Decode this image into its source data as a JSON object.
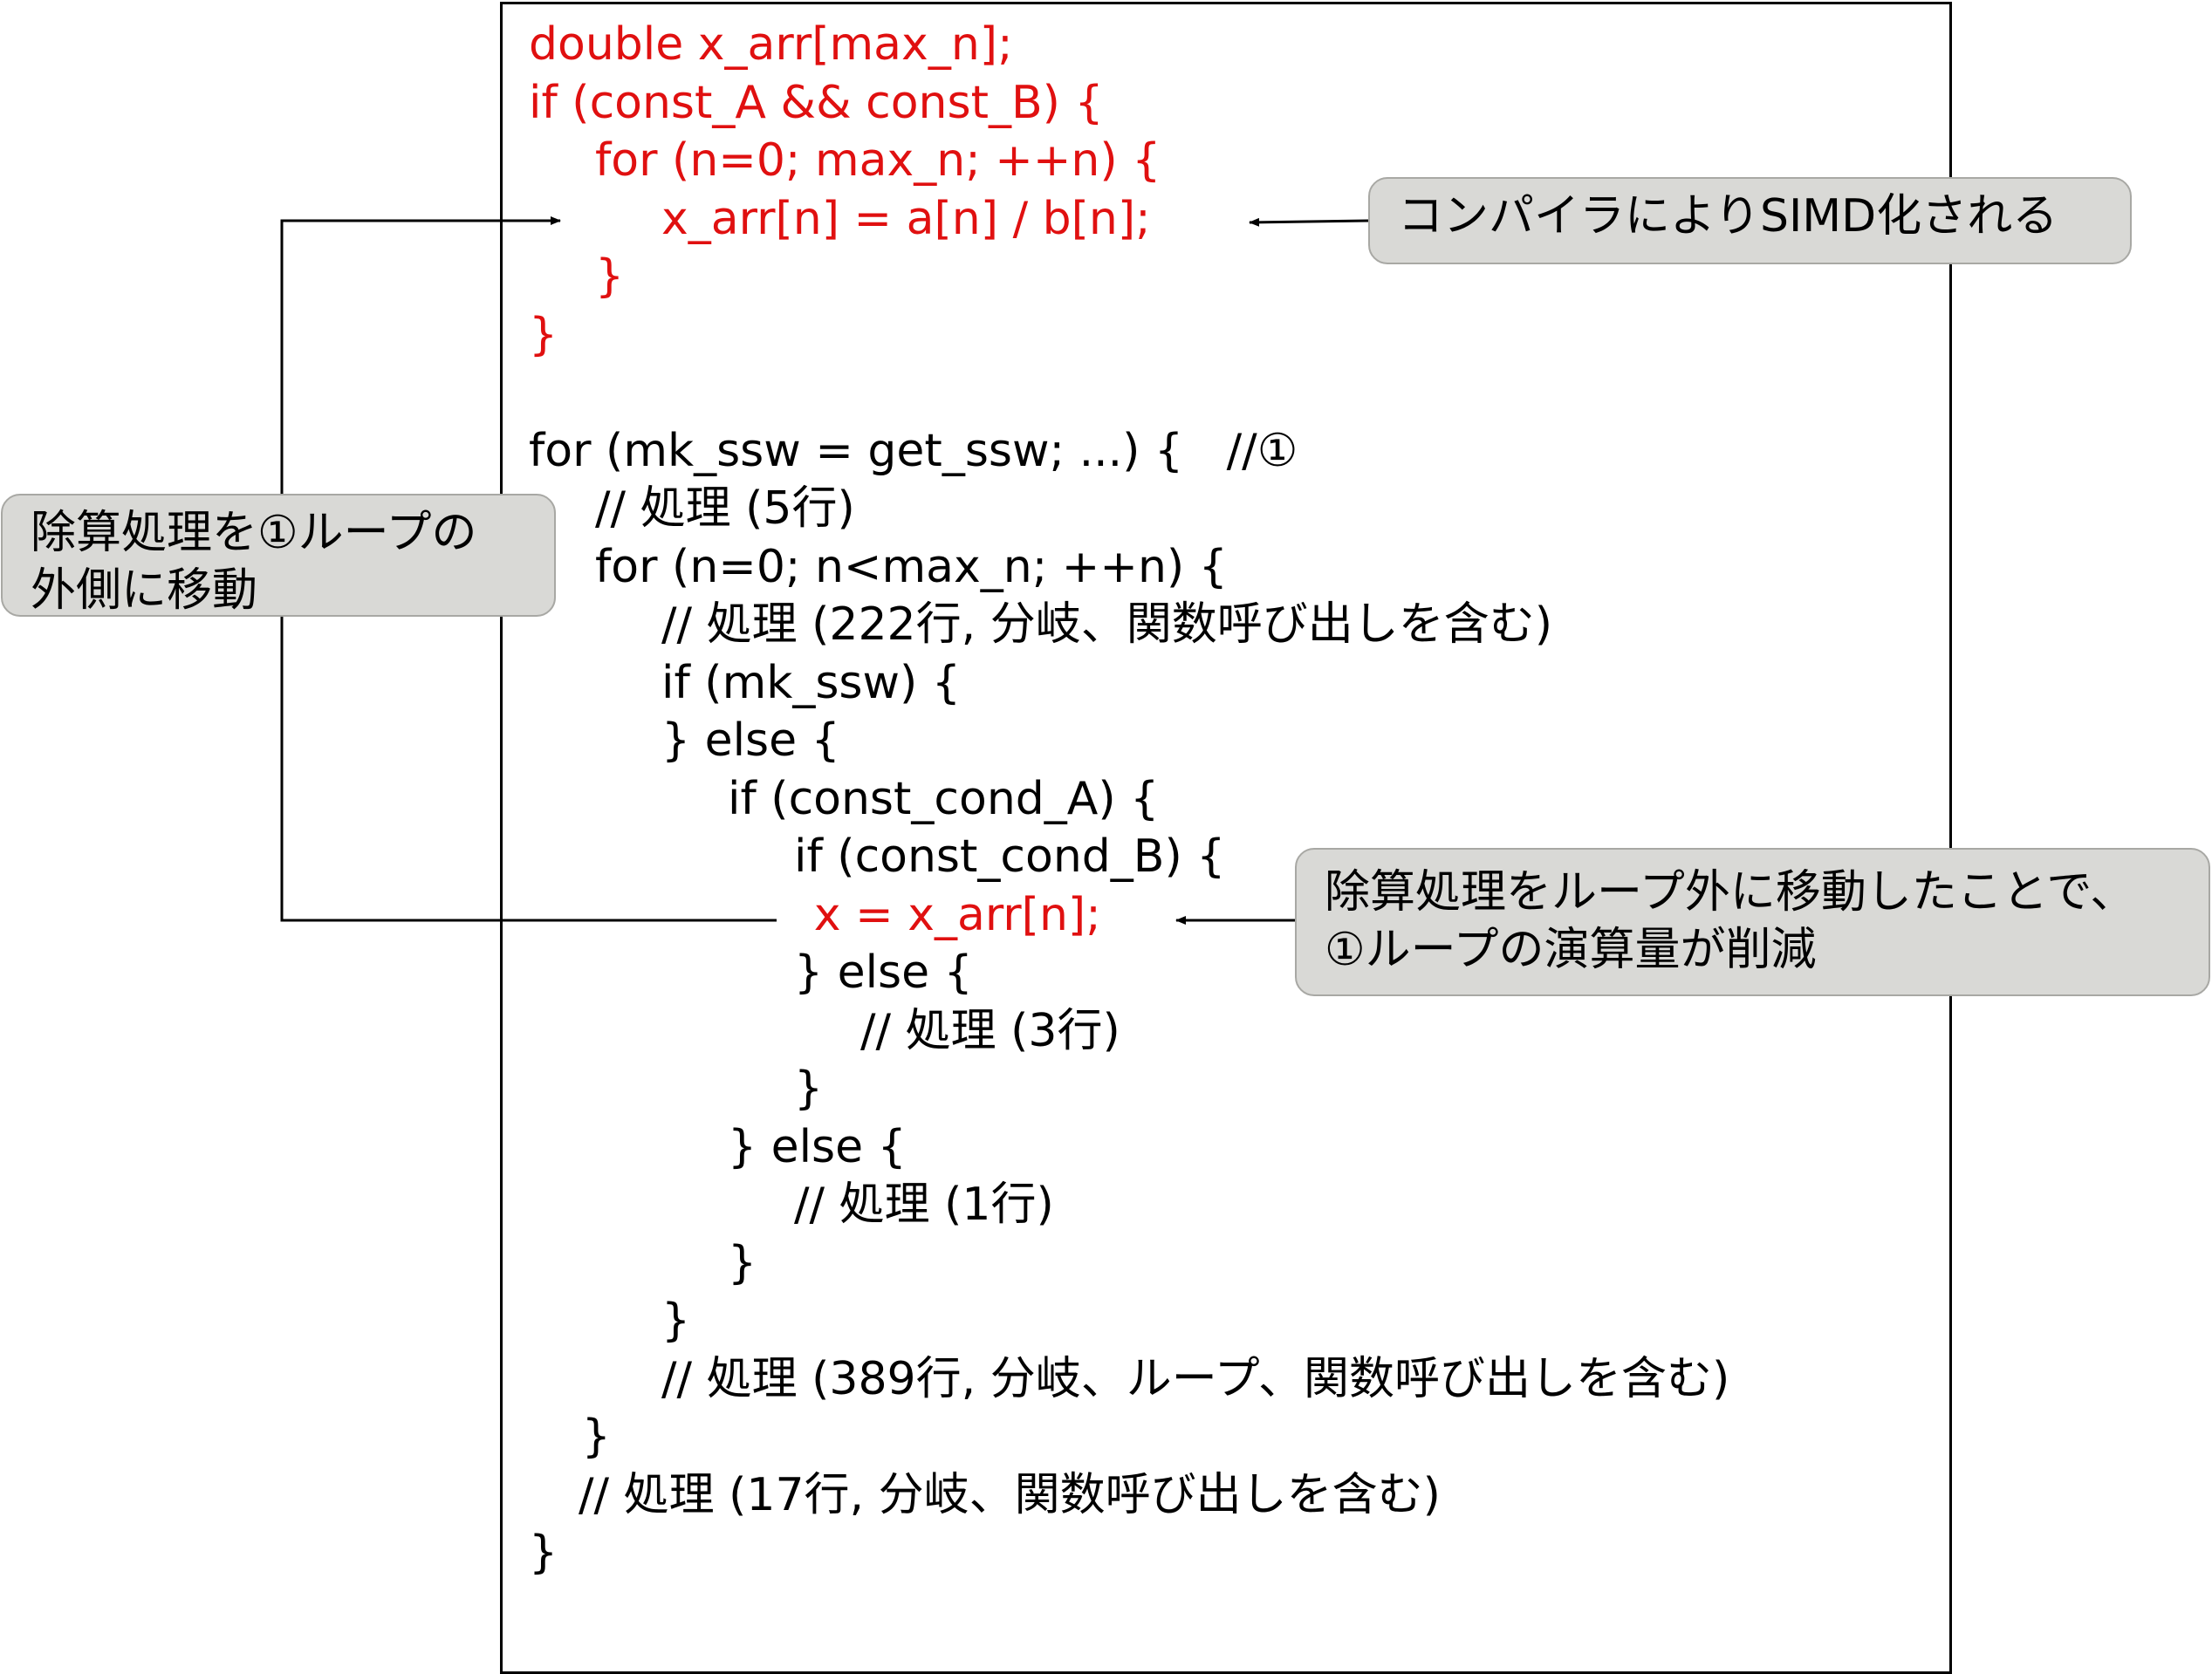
{
  "code_lines": [
    {
      "text": "double x_arr[max_n];",
      "indent": 0,
      "highlight": true
    },
    {
      "text": "if (const_A && const_B) {",
      "indent": 0,
      "highlight": true
    },
    {
      "text": "for (n=0; max_n; ++n) {",
      "indent": 1,
      "highlight": true
    },
    {
      "text": "x_arr[n] = a[n] / b[n];",
      "indent": 2,
      "highlight": true
    },
    {
      "text": "}",
      "indent": 1,
      "highlight": true
    },
    {
      "text": "}",
      "indent": 0,
      "highlight": true
    },
    {
      "text": "",
      "indent": 0,
      "highlight": false
    },
    {
      "text": "for (mk_ssw = get_ssw; ...) {   //①",
      "indent": 0,
      "highlight": false
    },
    {
      "text": "// 処理 (5行)",
      "indent": 1,
      "highlight": false
    },
    {
      "text": "for (n=0; n<max_n; ++n) {",
      "indent": 1,
      "highlight": false
    },
    {
      "text": "// 処理 (222行, 分岐、関数呼び出しを含む)",
      "indent": 2,
      "highlight": false
    },
    {
      "text": "if (mk_ssw) {",
      "indent": 2,
      "highlight": false
    },
    {
      "text": "} else {",
      "indent": 2,
      "highlight": false
    },
    {
      "text": "if (const_cond_A) {",
      "indent": 3,
      "highlight": false
    },
    {
      "text": "if (const_cond_B) {",
      "indent": 4,
      "highlight": false
    },
    {
      "text": "x = x_arr[n];",
      "indent": 4.3,
      "highlight": true
    },
    {
      "text": "} else {",
      "indent": 4,
      "highlight": false
    },
    {
      "text": "// 処理 (3行)",
      "indent": 5,
      "highlight": false
    },
    {
      "text": "}",
      "indent": 4,
      "highlight": false
    },
    {
      "text": "} else {",
      "indent": 3,
      "highlight": false
    },
    {
      "text": "// 処理 (1行)",
      "indent": 4,
      "highlight": false
    },
    {
      "text": "}",
      "indent": 3,
      "highlight": false
    },
    {
      "text": "}",
      "indent": 2,
      "highlight": false
    },
    {
      "text": "// 処理 (389行, 分岐、ループ、関数呼び出しを含む)",
      "indent": 2,
      "highlight": false
    },
    {
      "text": "}",
      "indent": 0.8,
      "highlight": false
    },
    {
      "text": "// 処理 (17行, 分岐、関数呼び出しを含む)",
      "indent": 0.75,
      "highlight": false
    },
    {
      "text": "}",
      "indent": 0,
      "highlight": false
    }
  ],
  "callouts": {
    "simd": {
      "lines": [
        "コンパイラによりSIMD化される"
      ]
    },
    "move": {
      "lines": [
        "除算処理を①ループの",
        "外側に移動"
      ]
    },
    "reduce": {
      "lines": [
        "除算処理をループ外に移動したことで、",
        "①ループの演算量が削減"
      ]
    }
  },
  "colors": {
    "highlight": "#e01010",
    "text": "#000000",
    "callout_fill": "#d9d9d6",
    "callout_border": "#a8a8a4"
  }
}
